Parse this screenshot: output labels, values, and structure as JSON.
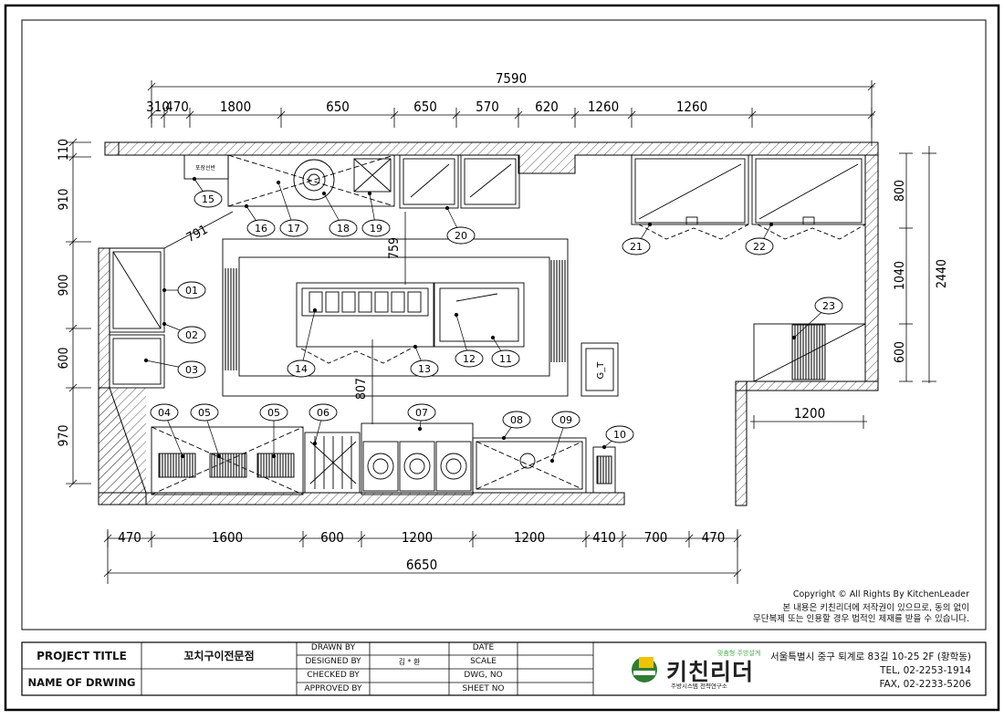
{
  "dimensions": {
    "total_top": "7590",
    "top": [
      "310",
      "470",
      "1800",
      "650",
      "650",
      "570",
      "620",
      "1260",
      "1260"
    ],
    "left": [
      "110",
      "910",
      "900",
      "600",
      "970"
    ],
    "right_outer": "2440",
    "right_inner": [
      "800",
      "1040",
      "600"
    ],
    "bottom": [
      "470",
      "1600",
      "600",
      "1200",
      "1200",
      "410",
      "700",
      "470"
    ],
    "total_bottom": "6650",
    "diagonal": "791",
    "vertical_759": "759",
    "vertical_807": "807",
    "corridor": "1200"
  },
  "equipment_labels": [
    "01",
    "02",
    "03",
    "04",
    "05",
    "05",
    "06",
    "07",
    "08",
    "09",
    "10",
    "11",
    "12",
    "13",
    "14",
    "15",
    "16",
    "17",
    "18",
    "19",
    "20",
    "21",
    "22",
    "23"
  ],
  "small_texts": {
    "corner_box": "포장선반",
    "grease_trap": "G_T"
  },
  "copyright": {
    "line1": "Copyright © All Rights By KitchenLeader",
    "line2": "본 내용은 키친리더에 저작권이 있으므로, 동의 없이",
    "line3": "무단복제 또는 인용할 경우 법적인 제재를 받을 수 있습니다."
  },
  "title_block": {
    "project_title_label": "PROJECT TITLE",
    "name_of_drawing_label": "NAME OF DRWING",
    "project_name": "꼬치구이전문점",
    "drawn_by": "DRAWN BY",
    "designed_by": "DESIGNED BY",
    "checked_by": "CHECKED BY",
    "approved_by": "APPROVED BY",
    "designer": "김 * 환",
    "date": "DATE",
    "scale": "SCALE",
    "dwg_no": "DWG, NO",
    "sheet_no": "SHEET NO",
    "logo_slogan": "맞춤형 주방설계",
    "logo_text": "키친리더",
    "logo_sub": "주방시스템 전략연구소",
    "address": "서울특별시 중구 퇴계로 83길 10-25 2F (황학동)",
    "tel": "TEL, 02-2253-1914",
    "fax": "FAX, 02-2233-5206"
  }
}
